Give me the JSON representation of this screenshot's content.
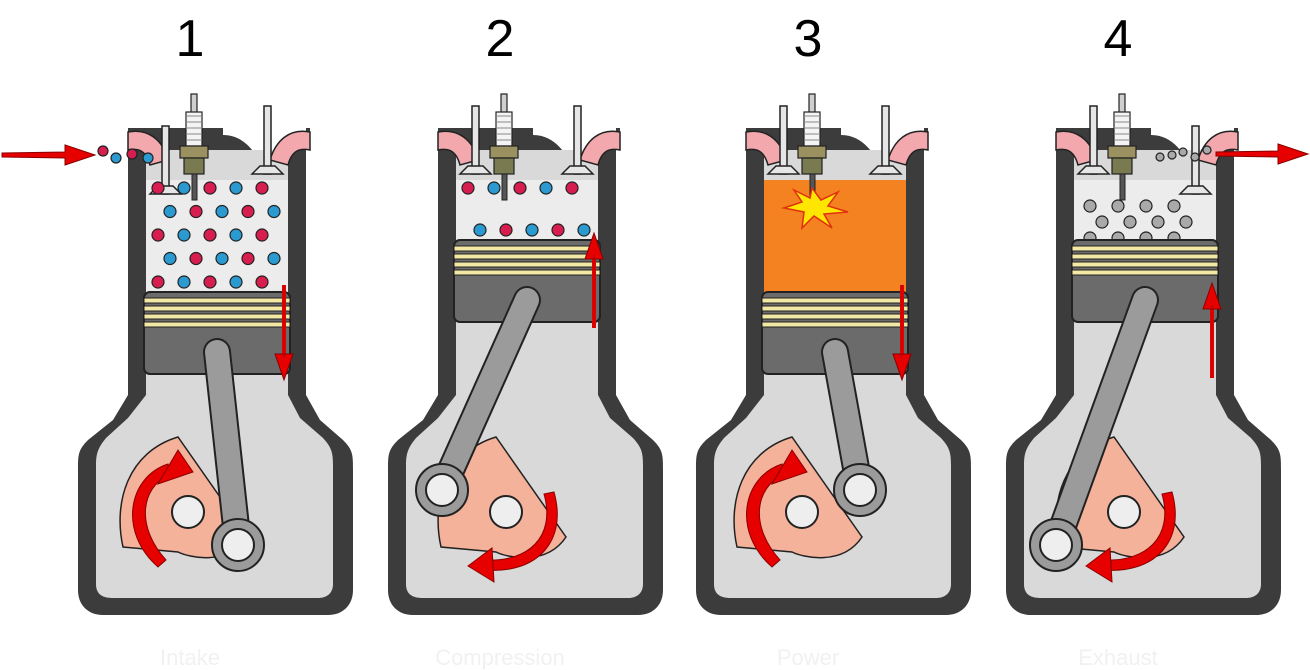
{
  "strokes": [
    {
      "number": "1",
      "label": "Intake",
      "piston": "down",
      "crank_arrow": "clockwise-up",
      "chamber": "fuel-air",
      "side_arrow": "down"
    },
    {
      "number": "2",
      "label": "Compression",
      "piston": "up",
      "crank_arrow": "clockwise-down",
      "chamber": "fuel-air",
      "side_arrow": "up"
    },
    {
      "number": "3",
      "label": "Power",
      "piston": "down",
      "crank_arrow": "clockwise-up",
      "chamber": "ignition",
      "side_arrow": "down"
    },
    {
      "number": "4",
      "label": "Exhaust",
      "piston": "up",
      "crank_arrow": "clockwise-down",
      "chamber": "exhaust",
      "side_arrow": "up"
    }
  ],
  "colors": {
    "cylinder_wall": "#3c3c3c",
    "cylinder_fill": "#d9d9d9",
    "chamber_fill": "#ececec",
    "piston": "#6b6b6b",
    "rings": "#f3e9a5",
    "rod": "#9b9b9b",
    "crank": "#f4b29b",
    "port": "#f2a8ad",
    "arrow": "#e60000",
    "molecule_red": "#d81e4e",
    "molecule_blue": "#2a9ad0",
    "exhaust_molecule": "#a9a9a9",
    "ignition": "#f58220",
    "spark": "#ffe600"
  }
}
